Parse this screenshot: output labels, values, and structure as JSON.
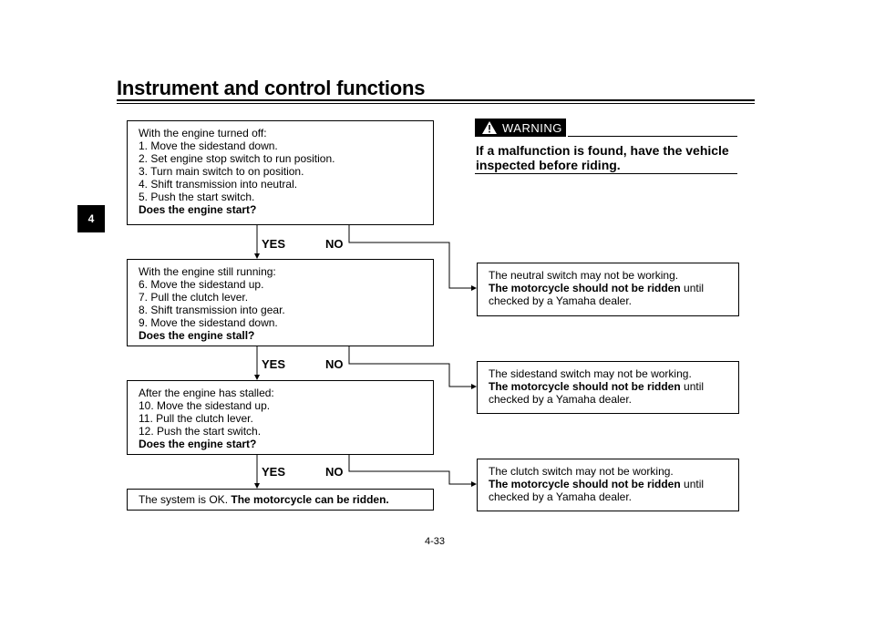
{
  "header": {
    "title": "Instrument and control functions",
    "chapter_tab": "4"
  },
  "warning": {
    "badge": "WARNING",
    "text": "If a malfunction is found, have the vehicle inspected before riding."
  },
  "flow": {
    "step1": {
      "lines": [
        "With the engine turned off:",
        "1. Move the sidestand down.",
        "2. Set engine stop switch to run position.",
        "3. Turn main switch to on position.",
        "4. Shift transmission into neutral.",
        "5. Push the start switch."
      ],
      "question": "Does the engine start?"
    },
    "step2": {
      "lines": [
        "With the engine still running:",
        "6. Move the sidestand up.",
        "7. Pull the clutch lever.",
        "8. Shift transmission into gear.",
        "9. Move the sidestand down."
      ],
      "question": "Does the engine stall?"
    },
    "step3": {
      "lines": [
        "After the engine has stalled:",
        "10. Move the sidestand up.",
        "11. Pull the clutch lever.",
        "12. Push the start switch."
      ],
      "question": "Does the engine start?"
    },
    "ok": {
      "text": "The system is OK.",
      "bold": "The motorcycle can be ridden."
    },
    "yes_label": "YES",
    "no_label": "NO",
    "results": [
      {
        "line1": "The neutral switch may not be working.",
        "bold": "The motorcycle should not be ridden",
        "rest": " until",
        "line3": "checked by a Yamaha dealer."
      },
      {
        "line1": "The sidestand switch may not be working.",
        "bold": "The motorcycle should not be ridden",
        "rest": " until",
        "line3": "checked by a Yamaha dealer."
      },
      {
        "line1": "The clutch switch may not be working.",
        "bold": "The motorcycle should not be ridden",
        "rest": " until",
        "line3": "checked by a Yamaha dealer."
      }
    ]
  },
  "footer": {
    "page_number": "4-33"
  }
}
